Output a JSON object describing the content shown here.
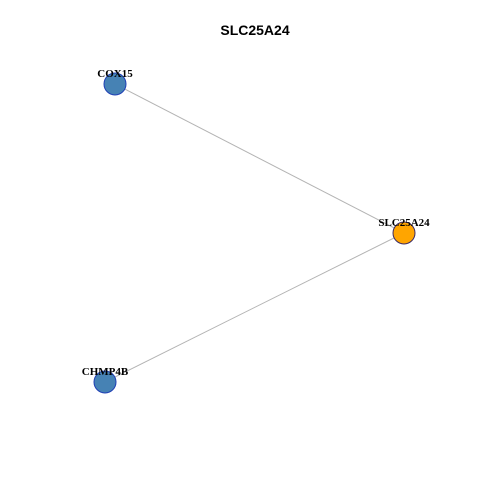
{
  "graph": {
    "title": "SLC25A24",
    "colors": {
      "center_node": "#FFA500",
      "neighbor_node": "#4682B4",
      "edge": "#B3B3B3"
    },
    "nodes": [
      {
        "id": "COX15",
        "label": "COX15",
        "role": "neighbor"
      },
      {
        "id": "SLC25A24",
        "label": "SLC25A24",
        "role": "center"
      },
      {
        "id": "CHMP4B",
        "label": "CHMP4B",
        "role": "neighbor"
      }
    ],
    "edges": [
      {
        "source": "COX15",
        "target": "SLC25A24"
      },
      {
        "source": "CHMP4B",
        "target": "SLC25A24"
      }
    ]
  }
}
